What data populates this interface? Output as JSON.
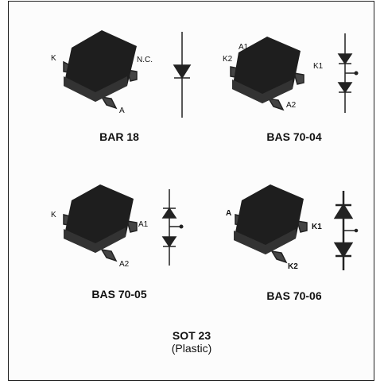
{
  "devices": [
    {
      "name": "BAR 18",
      "pins": {
        "k": "K",
        "nc": "N.C.",
        "a": "A"
      }
    },
    {
      "name": "BAS 70-04",
      "pins": {
        "a1": "A1",
        "k2": "K2",
        "k1": "K1",
        "a2": "A2"
      }
    },
    {
      "name": "BAS 70-05",
      "pins": {
        "k": "K",
        "a1": "A1",
        "a2": "A2"
      }
    },
    {
      "name": "BAS 70-06",
      "pins": {
        "a": "A",
        "k1": "K1",
        "k2": "K2"
      }
    }
  ],
  "package": {
    "name": "SOT 23",
    "material": "(Plastic)"
  },
  "colors": {
    "body": "#222222",
    "line": "#222222",
    "frame": "#222222"
  }
}
